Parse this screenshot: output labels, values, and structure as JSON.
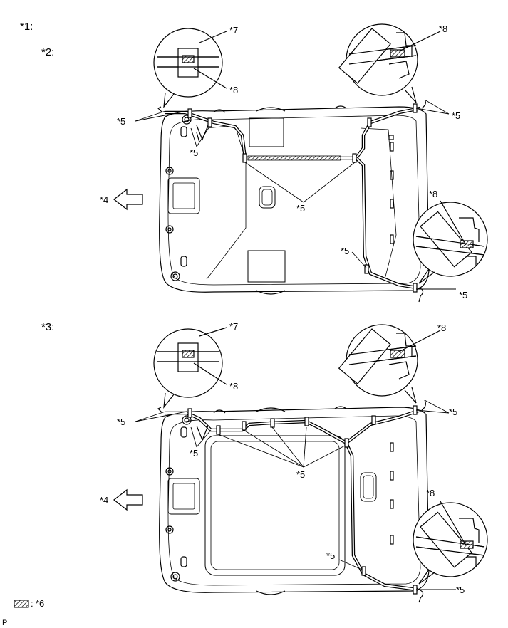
{
  "labels": {
    "l1": "*1:",
    "l2": "*2:",
    "l3": "*3:",
    "l4": "*4",
    "l5": "*5",
    "l6": "*6",
    "l7": "*7",
    "l8": "*8",
    "legend_sep": ":",
    "corner": "P"
  },
  "colors": {
    "line": "#000000",
    "paper": "#ffffff",
    "hatch": "#000000"
  }
}
